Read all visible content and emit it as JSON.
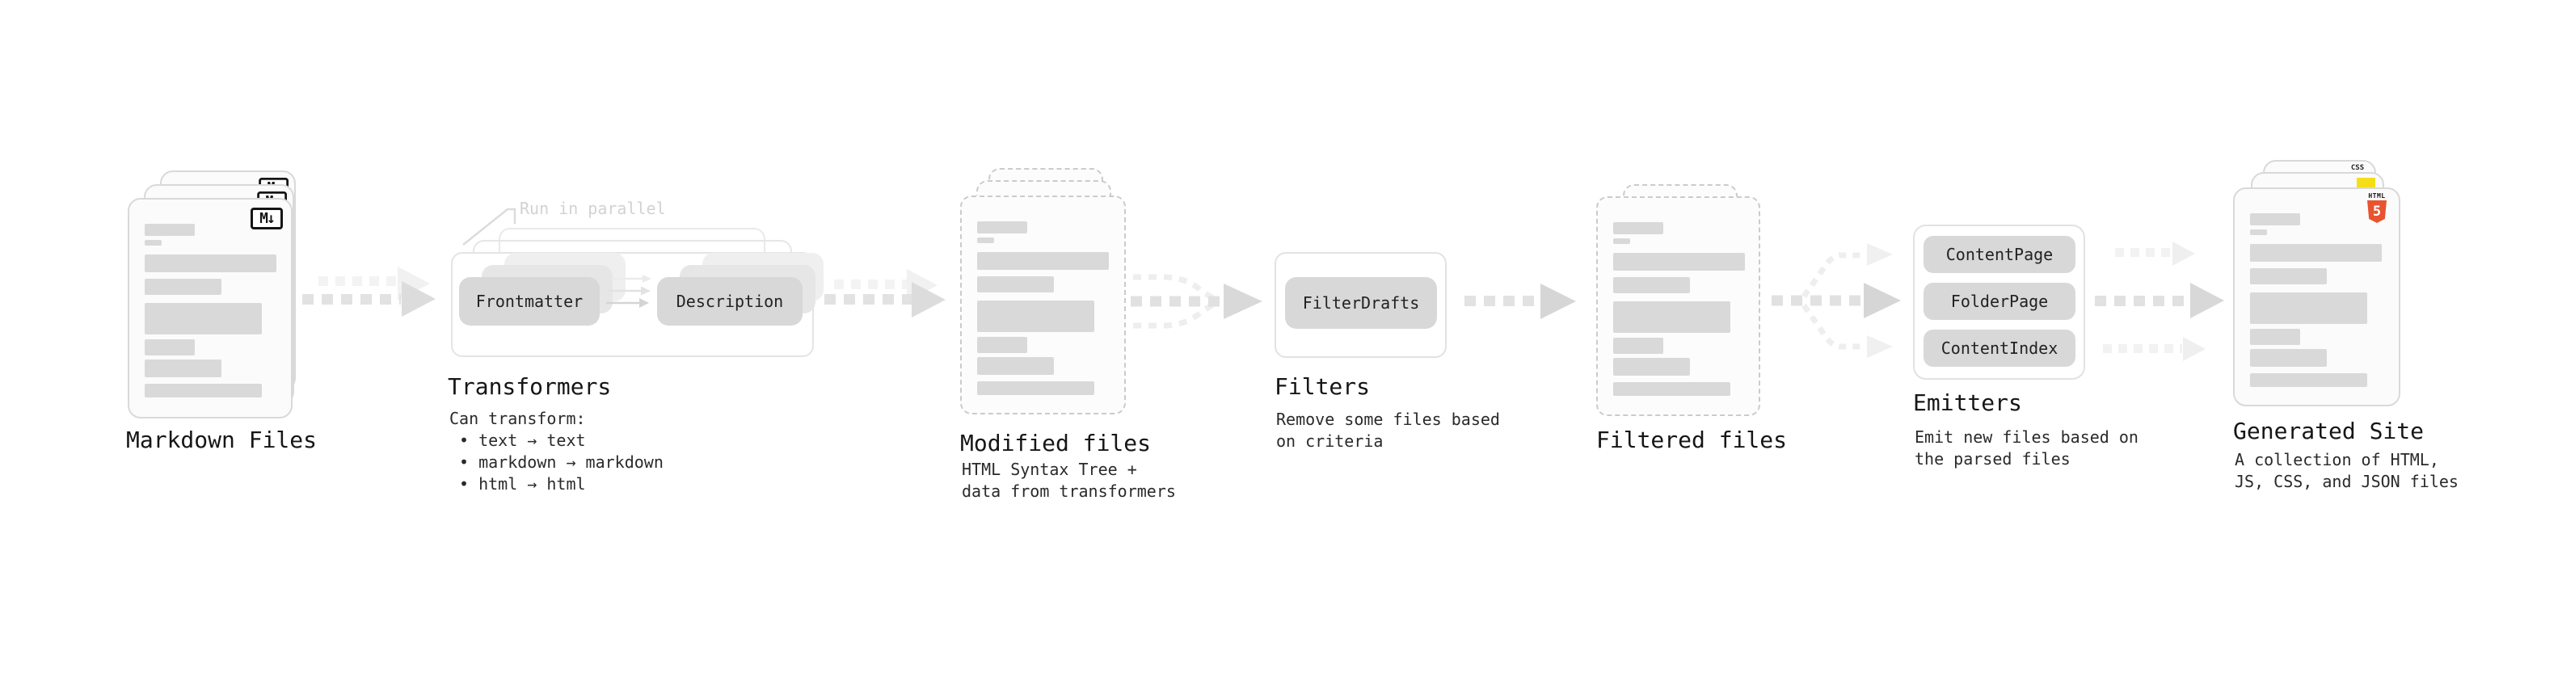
{
  "markdown_files": {
    "label": "Markdown Files",
    "badge": "M↓"
  },
  "transformers": {
    "label": "Transformers",
    "annotation": "Run in parallel",
    "pill_frontmatter": "Frontmatter",
    "pill_description": "Description",
    "desc_line1": "Can transform:",
    "desc_line2": "• text → text",
    "desc_line3": "• markdown → markdown",
    "desc_line4": "• html → html"
  },
  "modified_files": {
    "label": "Modified files",
    "desc_line1": "HTML Syntax Tree +",
    "desc_line2": "data from transformers"
  },
  "filters": {
    "label": "Filters",
    "pill_filterdrafts": "FilterDrafts",
    "desc_line1": "Remove some files based",
    "desc_line2": "on criteria"
  },
  "filtered_files": {
    "label": "Filtered files"
  },
  "emitters": {
    "label": "Emitters",
    "pill_contentpage": "ContentPage",
    "pill_folderpage": "FolderPage",
    "pill_contentindex": "ContentIndex",
    "desc_line1": "Emit new files based on",
    "desc_line2": "the parsed files"
  },
  "generated_site": {
    "label": "Generated Site",
    "desc_line1": "A collection of HTML,",
    "desc_line2": "JS, CSS, and JSON files",
    "html5_badge_label": "HTML",
    "html5_badge_number": "5",
    "css_badge_label": "CSS"
  },
  "colors": {
    "pill_fill": "#d8d8d8",
    "card_border": "#d9d9d9",
    "dashed_border": "#cbcbcb",
    "bar_fill": "#d9d9d9",
    "arrow_strong": "#e0e0e0",
    "arrow_faint": "#f0f0f0",
    "annotation_text": "#d2d2d2",
    "heading_text": "#161616",
    "js_yellow": "#f5de19",
    "css_blue": "#2d62ed",
    "html5_orange": "#e8542f"
  }
}
